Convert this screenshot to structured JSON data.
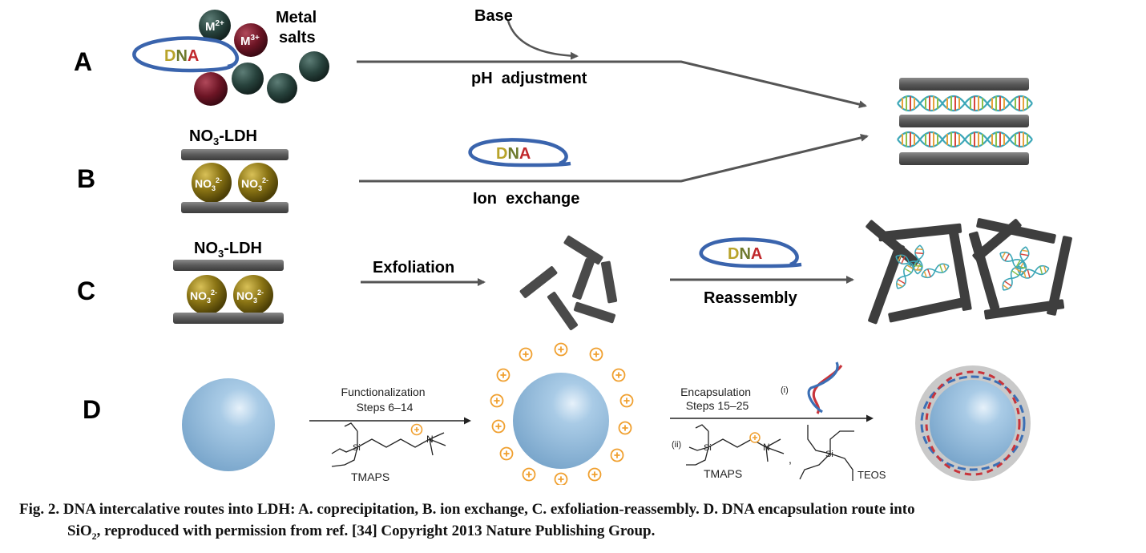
{
  "rows": {
    "a": {
      "label": "A",
      "ion_m2": "M",
      "ion_m2_charge": "2+",
      "ion_m3": "M",
      "ion_m3_charge": "3+",
      "metal_salts_line1": "Metal",
      "metal_salts_line2": "salts",
      "dna": {
        "d": "D",
        "n": "N",
        "a": "A"
      },
      "base_label": "Base",
      "step_label": "pH  adjustment"
    },
    "b": {
      "label": "B",
      "ldh_prefix": "NO",
      "ldh_sub": "3",
      "ldh_suffix": "-LDH",
      "anion": "NO",
      "anion_sub": "3",
      "anion_charge": "2-",
      "dna": {
        "d": "D",
        "n": "N",
        "a": "A"
      },
      "step_label": "Ion  exchange"
    },
    "c": {
      "label": "C",
      "ldh_prefix": "NO",
      "ldh_sub": "3",
      "ldh_suffix": "-LDH",
      "anion": "NO",
      "anion_sub": "3",
      "anion_charge": "2-",
      "exfoliation_label": "Exfoliation",
      "dna": {
        "d": "D",
        "n": "N",
        "a": "A"
      },
      "reassembly_label": "Reassembly"
    },
    "d": {
      "label": "D",
      "functionalization_line1": "Functionalization",
      "functionalization_line2": "Steps 6–14",
      "tmaps_label": "TMAPS",
      "encapsulation_line1": "Encapsulation",
      "encapsulation_line2": "Steps 15–25",
      "marker_i": "(i)",
      "marker_ii": "(ii)",
      "tmaps_label_2": "TMAPS",
      "teos_label": "TEOS",
      "si_label": "Si",
      "n_label": "N",
      "plus_sign": "+",
      "comma": ","
    }
  },
  "caption": {
    "line1": "Fig. 2. DNA intercalative routes into LDH: A. coprecipitation, B. ion exchange, C. exfoliation-reassembly. D. DNA encapsulation route into",
    "line2_prefix": "SiO",
    "line2_sub": "2",
    "line2_suffix": ", reproduced with permission from ref. [34] Copyright 2013 Nature Publishing Group."
  },
  "colors": {
    "dna_loop": "#3a64ad",
    "dna_d": "#b8a32a",
    "dna_n": "#6e7a2e",
    "dna_a": "#c0282c",
    "dark_sphere": "#27423c",
    "maroon_sphere": "#6d1525",
    "anion_sphere": "#8a7414",
    "plate": "#5f5f5f",
    "arrow": "#555555",
    "silica": "#8fb8d9",
    "orange_charge": "#f0a030",
    "helix_blue": "#3b6fb5",
    "helix_red": "#c8343b"
  }
}
